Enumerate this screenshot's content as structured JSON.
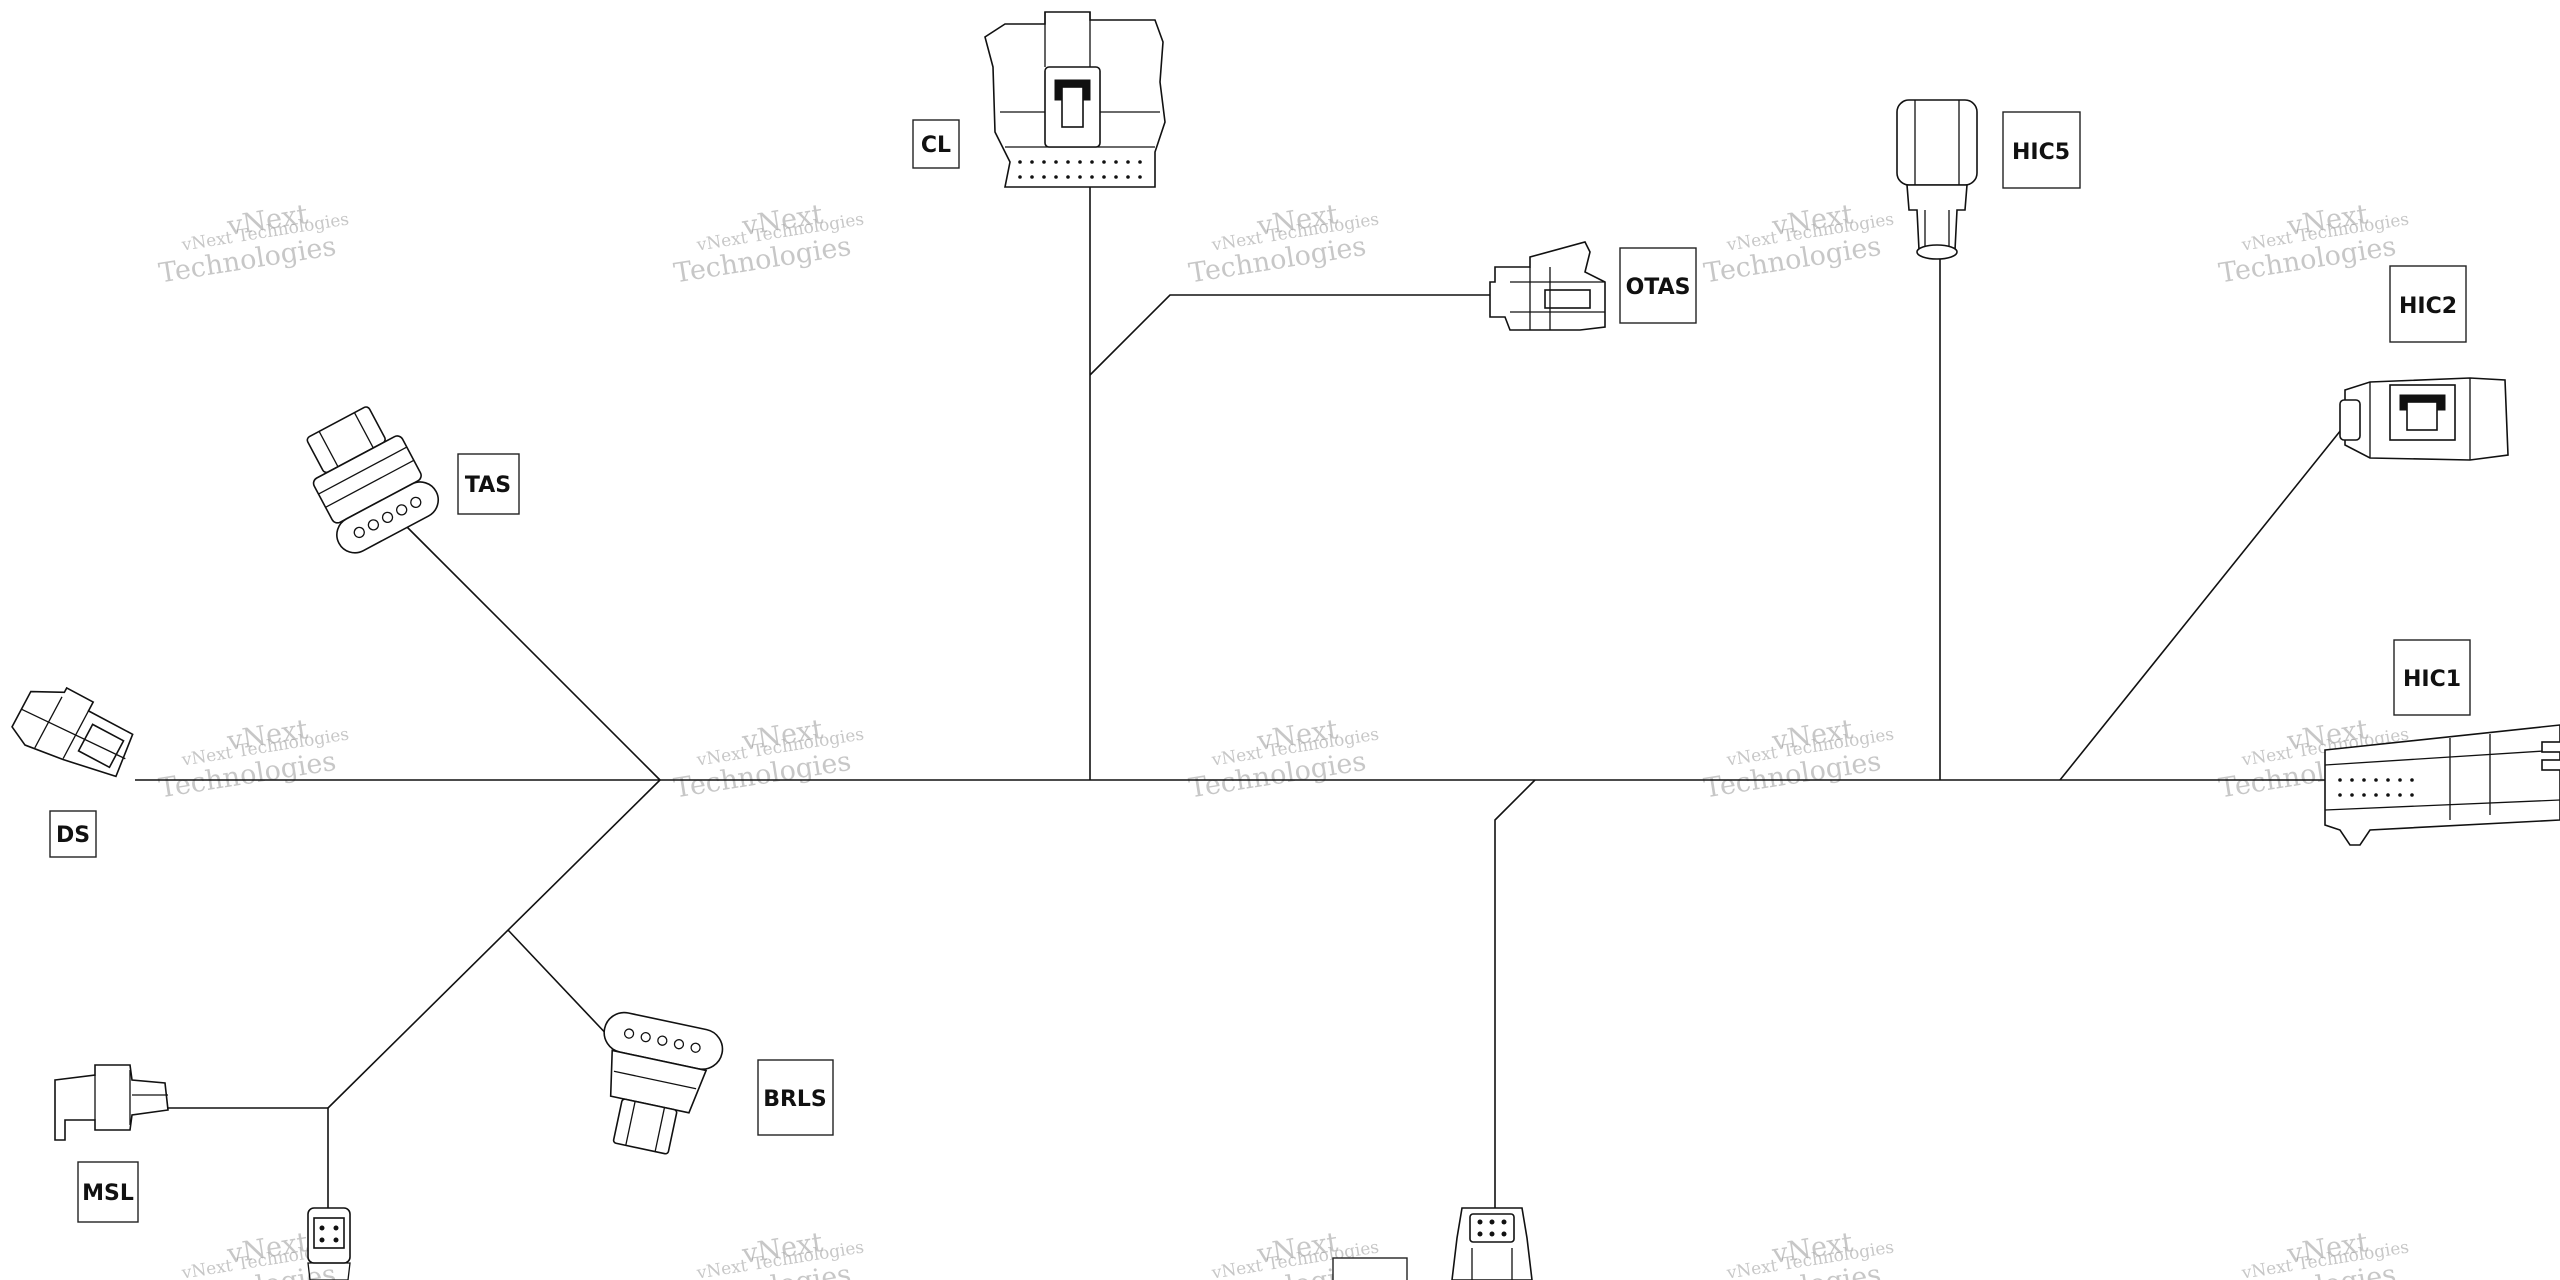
{
  "labels": {
    "cl": "CL",
    "otas": "OTAS",
    "hic5": "HIC5",
    "hic2": "HIC2",
    "hic1": "HIC1",
    "tas": "TAS",
    "ds": "DS",
    "brls": "BRLS",
    "msl": "MSL"
  },
  "watermark": {
    "line1": "vNext Technologies",
    "line2": "vNext",
    "line3": "Technologies"
  },
  "colors": {
    "wire": "#111111",
    "watermark": "#9a9a9a",
    "background": "#ffffff"
  }
}
